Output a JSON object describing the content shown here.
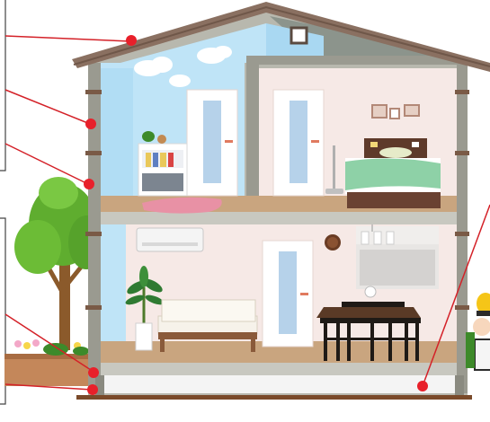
{
  "title": "",
  "callouts": [
    {
      "id": "roof",
      "target": "roof"
    },
    {
      "id": "upper-wall",
      "target": "upper-wall"
    },
    {
      "id": "upper-wall-lower",
      "target": "upper-wall-lower"
    },
    {
      "id": "floor-slab",
      "target": "floor-slab"
    },
    {
      "id": "foundation",
      "target": "foundation"
    },
    {
      "id": "underfloor",
      "target": "underfloor"
    }
  ],
  "colors": {
    "callout_dot": "#e8202a",
    "callout_line": "#d42128",
    "roof": "#8a7061",
    "wall_frame": "#9a9a90",
    "sky": "#bfe4f7",
    "room_wall": "#f6e9e6",
    "floor": "#c9a57f",
    "tree_leaf": "#5fad2f",
    "trunk": "#8b5a2b"
  },
  "icons": [
    "tree-icon",
    "worker-icon",
    "sofa-icon",
    "dining-table-icon",
    "bed-icon",
    "bookshelf-icon",
    "clock-icon",
    "air-conditioner-icon",
    "plant-icon",
    "cloud-icon"
  ]
}
